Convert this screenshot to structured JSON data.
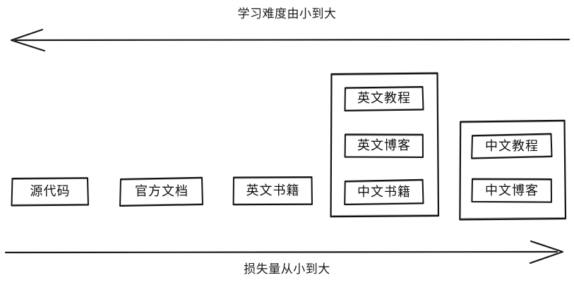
{
  "diagram": {
    "top_axis": {
      "label": "学习难度由小到大",
      "direction": "left",
      "arrow_name": "difficulty-axis-arrow"
    },
    "bottom_axis": {
      "label": "损失量从小到大",
      "direction": "right",
      "arrow_name": "loss-axis-arrow"
    },
    "nodes": [
      {
        "id": "source-code",
        "label": "源代码"
      },
      {
        "id": "official-docs",
        "label": "官方文档"
      },
      {
        "id": "english-books",
        "label": "英文书籍"
      }
    ],
    "groups": [
      {
        "id": "group-english-media",
        "items": [
          {
            "id": "english-tutorial",
            "label": "英文教程"
          },
          {
            "id": "english-blog",
            "label": "英文博客"
          },
          {
            "id": "chinese-books",
            "label": "中文书籍"
          }
        ]
      },
      {
        "id": "group-chinese-media",
        "items": [
          {
            "id": "chinese-tutorial",
            "label": "中文教程"
          },
          {
            "id": "chinese-blog",
            "label": "中文博客"
          }
        ]
      }
    ],
    "colors": {
      "stroke": "#111111",
      "background": "#ffffff",
      "text": "#111111"
    }
  }
}
